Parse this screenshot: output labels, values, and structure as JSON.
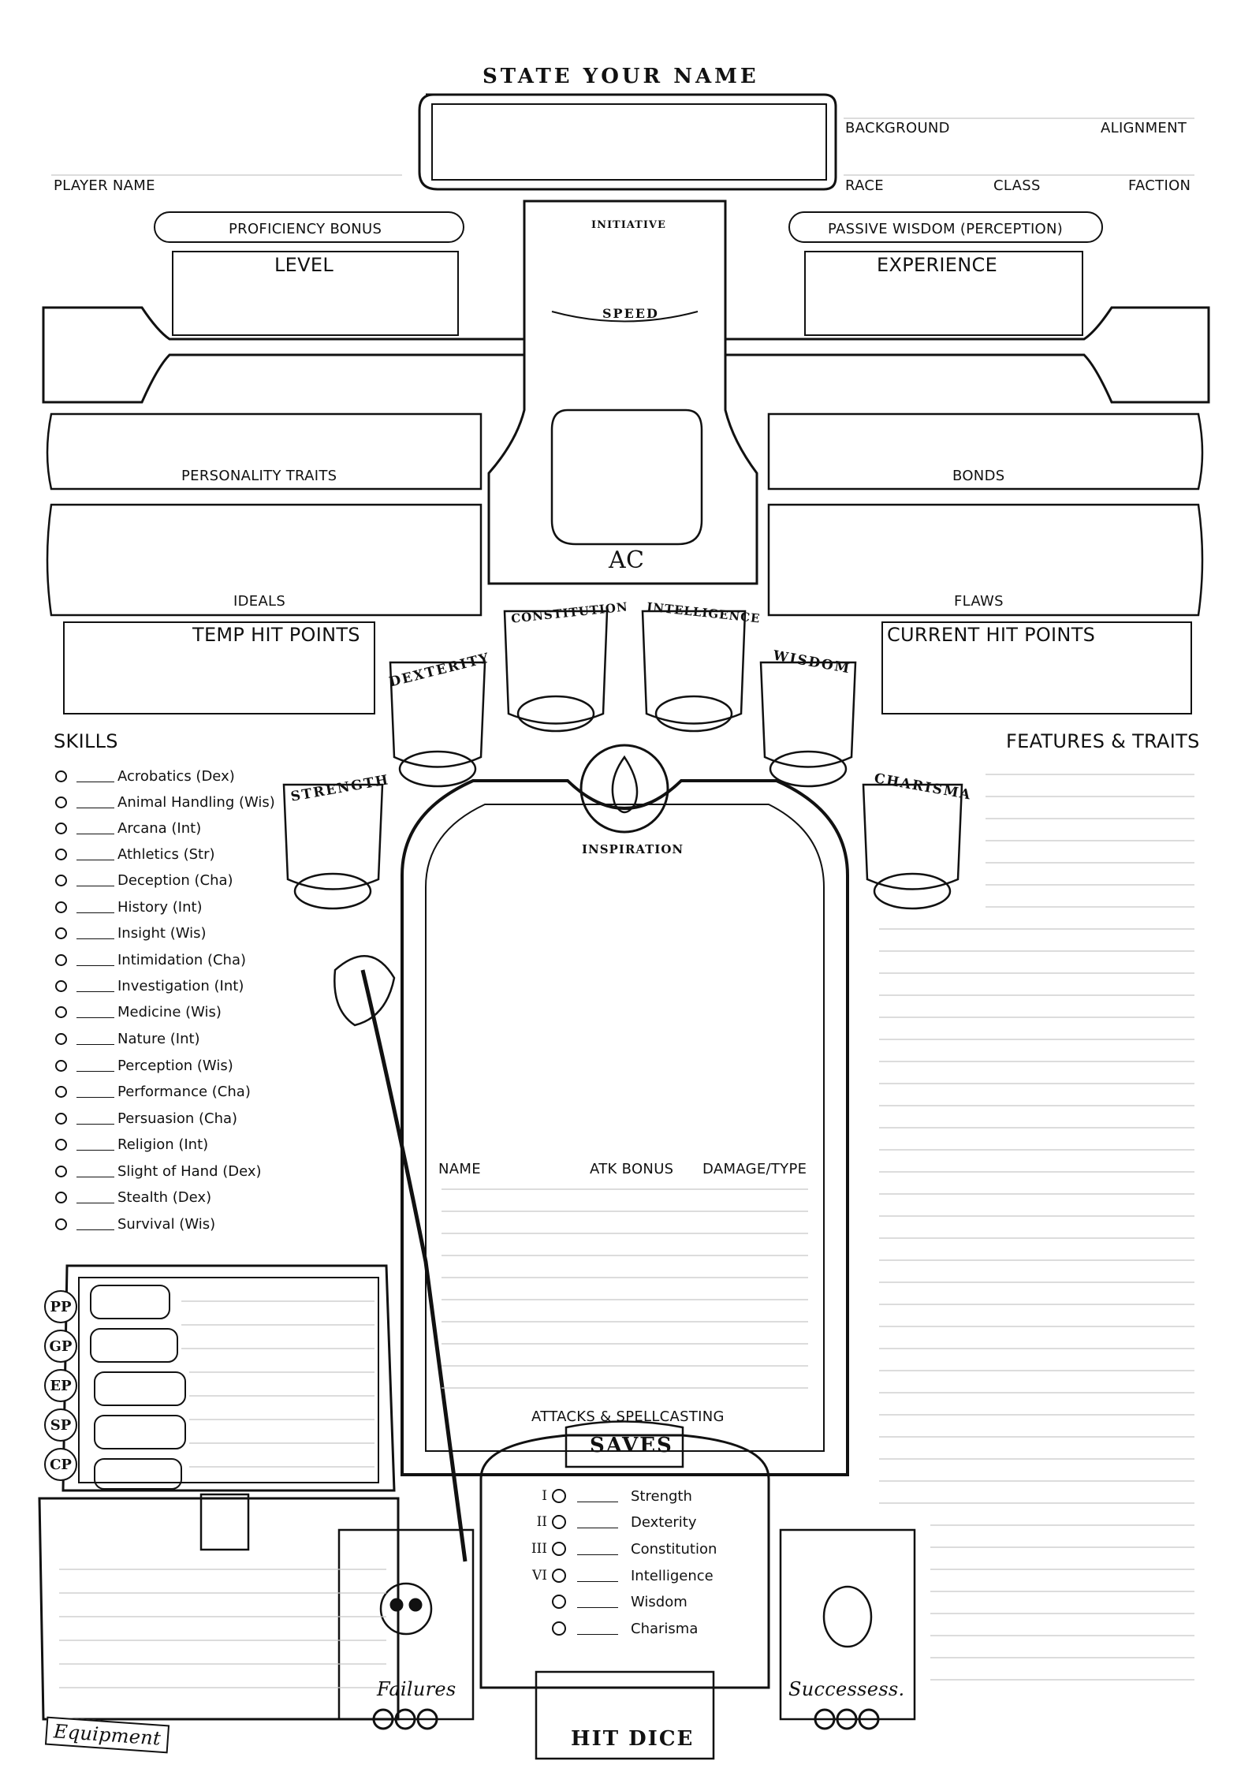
{
  "header": {
    "title": "STATE YOUR NAME",
    "player_name": "PLAYER NAME",
    "background": "BACKGROUND",
    "alignment": "ALIGNMENT",
    "race": "RACE",
    "class": "CLASS",
    "faction": "FACTION"
  },
  "top": {
    "proficiency_bonus": "PROFICIENCY BONUS",
    "passive_wisdom": "PASSIVE WISDOM (PERCEPTION)",
    "level": "LEVEL",
    "experience": "EXPERIENCE",
    "initiative": "INITIATIVE",
    "speed": "SPEED",
    "ac": "AC"
  },
  "traits": {
    "personality": "PERSONALITY TRAITS",
    "bonds": "BONDS",
    "ideals": "IDEALS",
    "flaws": "FLAWS"
  },
  "hp": {
    "temp": "TEMP HIT POINTS",
    "current": "CURRENT HIT POINTS"
  },
  "abilities": {
    "dexterity": "DEXTERITY",
    "constitution": "CONSTITUTION",
    "intelligence": "INTELLIGENCE",
    "wisdom": "WISDOM",
    "strength": "STRENGTH",
    "charisma": "CHARISMA",
    "inspiration": "INSPIRATION"
  },
  "skills": {
    "title": "SKILLS",
    "items": [
      "Acrobatics (Dex)",
      "Animal Handling (Wis)",
      "Arcana (Int)",
      "Athletics (Str)",
      "Deception (Cha)",
      "History (Int)",
      "Insight (Wis)",
      "Intimidation (Cha)",
      "Investigation (Int)",
      "Medicine (Wis)",
      "Nature (Int)",
      "Perception (Wis)",
      "Performance (Cha)",
      "Persuasion (Cha)",
      "Religion (Int)",
      "Slight of Hand (Dex)",
      "Stealth (Dex)",
      "Survival (Wis)"
    ]
  },
  "features": {
    "title": "FEATURES & TRAITS"
  },
  "attacks": {
    "name": "NAME",
    "atk_bonus": "ATK BONUS",
    "damage": "DAMAGE/TYPE",
    "title": "ATTACKS & SPELLCASTING"
  },
  "saves": {
    "title": "SAVES",
    "items": [
      {
        "num": "I",
        "label": "Strength"
      },
      {
        "num": "II",
        "label": "Dexterity"
      },
      {
        "num": "III",
        "label": "Constitution"
      },
      {
        "num": "VI",
        "label": "Intelligence"
      },
      {
        "num": "",
        "label": "Wisdom"
      },
      {
        "num": "",
        "label": "Charisma"
      }
    ]
  },
  "death": {
    "failures": "Failures",
    "successes": "Successess."
  },
  "hit_dice": "HIT DICE",
  "coins": [
    "PP",
    "GP",
    "EP",
    "SP",
    "CP"
  ],
  "equipment": "Equipment"
}
